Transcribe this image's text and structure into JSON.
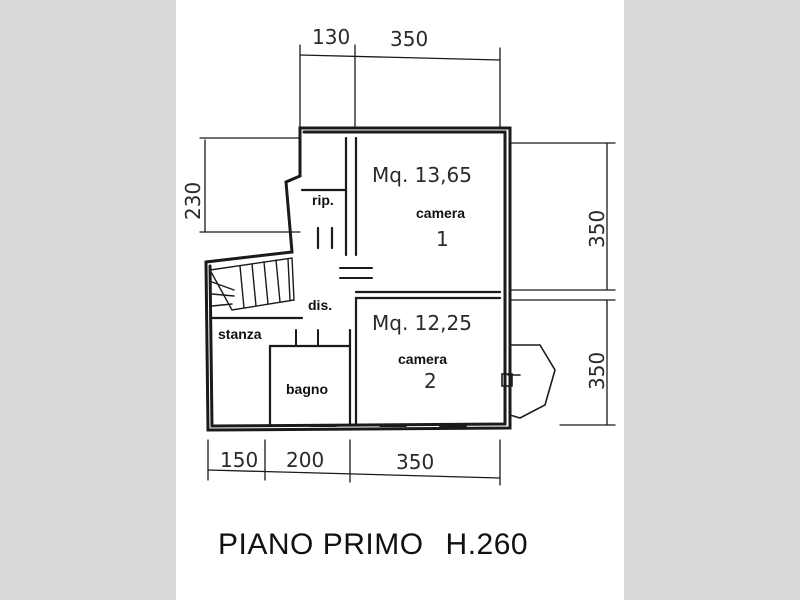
{
  "plan": {
    "title": "PIANO PRIMO",
    "height_label": "H.260",
    "rooms": {
      "rip": "rip.",
      "camera1": "camera",
      "camera1_num": "1",
      "camera1_area": "Mq. 13,65",
      "dis": "dis.",
      "stanza": "stanza",
      "camera2": "camera",
      "camera2_num": "2",
      "camera2_area": "Mq. 12,25",
      "bagno": "bagno"
    },
    "dimensions": {
      "top_left": "130",
      "top_right": "350",
      "left_side": "230",
      "right_top": "350",
      "right_bottom": "350",
      "bottom_a": "150",
      "bottom_b": "200",
      "bottom_c": "350"
    }
  }
}
